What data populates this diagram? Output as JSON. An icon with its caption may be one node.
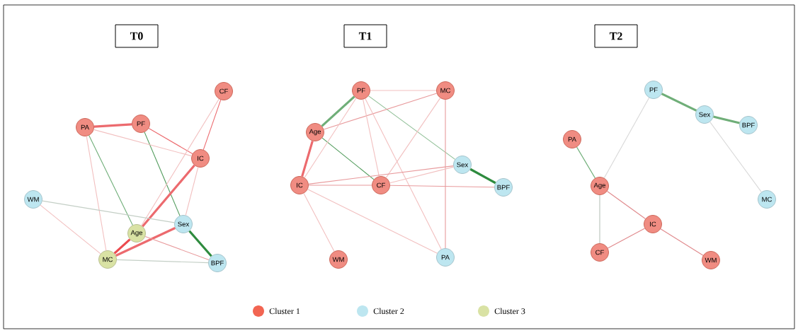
{
  "diagram": {
    "nodes": [
      {
        "text": [
          "T0"
        ]
      },
      {
        "text": [
          "T1"
        ]
      },
      {
        "text": [
          "T2"
        ]
      },
      {
        "text": [
          "CF"
        ]
      },
      {
        "text": [
          "PA"
        ]
      },
      {
        "text": [
          "PF"
        ]
      },
      {
        "text": [
          "IC"
        ]
      },
      {
        "text": [
          "WM"
        ]
      },
      {
        "text": [
          "Sex"
        ]
      },
      {
        "text": [
          "Age"
        ]
      },
      {
        "text": [
          "MC"
        ]
      },
      {
        "text": [
          "BPF"
        ]
      },
      {
        "text": [
          "PF"
        ]
      },
      {
        "text": [
          "MC"
        ]
      },
      {
        "text": [
          "Age"
        ]
      },
      {
        "text": [
          "Sex"
        ]
      },
      {
        "text": [
          "IC"
        ]
      },
      {
        "text": [
          "CF"
        ]
      },
      {
        "text": [
          "BPF"
        ]
      },
      {
        "text": [
          "PA"
        ]
      },
      {
        "text": [
          "WM"
        ]
      },
      {
        "text": [
          "PF"
        ]
      },
      {
        "text": [
          "Sex"
        ]
      },
      {
        "text": [
          "BPF"
        ]
      },
      {
        "text": [
          "PA"
        ]
      },
      {
        "text": [
          "Age"
        ]
      },
      {
        "text": [
          "MC"
        ]
      },
      {
        "text": [
          "IC"
        ]
      },
      {
        "text": [
          "CF"
        ]
      },
      {
        "text": [
          "WM"
        ]
      }
    ],
    "edges": [
      {
        "from": 4,
        "to": 5,
        "arrow": "none",
        "style": "thick",
        "color": "#ec6a6e"
      },
      {
        "from": 5,
        "to": 6,
        "arrow": "none",
        "color": "#ec6a6e"
      },
      {
        "from": 3,
        "to": 6,
        "arrow": "none",
        "color": "#ec6a6e"
      },
      {
        "from": 5,
        "to": 8,
        "arrow": "none",
        "color": "#4f9a5a"
      },
      {
        "from": 8,
        "to": 11,
        "arrow": "none",
        "style": "thick",
        "color": "#2e8b3e"
      },
      {
        "from": 4,
        "to": 9,
        "arrow": "none",
        "color": "#6fae78"
      },
      {
        "from": 4,
        "to": 6,
        "arrow": "none",
        "color": "#f2c0c0"
      },
      {
        "from": 4,
        "to": 10,
        "arrow": "none",
        "color": "#f2c0c0"
      },
      {
        "from": 3,
        "to": 9,
        "arrow": "none",
        "color": "#f2c0c0"
      },
      {
        "from": 6,
        "to": 9,
        "arrow": "none",
        "style": "thick",
        "color": "#ec6a6e"
      },
      {
        "from": 9,
        "to": 10,
        "arrow": "none",
        "style": "thick",
        "color": "#ec4a4e"
      },
      {
        "from": 8,
        "to": 10,
        "arrow": "none",
        "style": "thick",
        "color": "#ec6a6e"
      },
      {
        "from": 7,
        "to": 8,
        "arrow": "none",
        "color": "#c4cfc6"
      },
      {
        "from": 7,
        "to": 10,
        "arrow": "none",
        "color": "#f2c0c0"
      },
      {
        "from": 6,
        "to": 8,
        "arrow": "none",
        "color": "#f2c0c0"
      },
      {
        "from": 9,
        "to": 11,
        "arrow": "none",
        "color": "#e89a9c"
      },
      {
        "from": 10,
        "to": 11,
        "arrow": "none",
        "color": "#c4cfc6"
      },
      {
        "from": 12,
        "to": 14,
        "arrow": "none",
        "style": "thick",
        "color": "#6fae78"
      },
      {
        "from": 14,
        "to": 17,
        "arrow": "none",
        "color": "#4f9a5a"
      },
      {
        "from": 14,
        "to": 16,
        "arrow": "none",
        "style": "thick",
        "color": "#ec6a6e"
      },
      {
        "from": 12,
        "to": 15,
        "arrow": "none",
        "color": "#8fbf96"
      },
      {
        "from": 15,
        "to": 18,
        "arrow": "none",
        "style": "thick",
        "color": "#2e8b3e"
      },
      {
        "from": 12,
        "to": 13,
        "arrow": "none",
        "color": "#f2c0c0"
      },
      {
        "from": 14,
        "to": 13,
        "arrow": "none",
        "color": "#e89a9c"
      },
      {
        "from": 12,
        "to": 16,
        "arrow": "none",
        "color": "#f2c0c0"
      },
      {
        "from": 12,
        "to": 17,
        "arrow": "none",
        "color": "#f2c0c0"
      },
      {
        "from": 12,
        "to": 19,
        "arrow": "none",
        "color": "#f2c0c0"
      },
      {
        "from": 13,
        "to": 17,
        "arrow": "none",
        "color": "#f2c0c0"
      },
      {
        "from": 13,
        "to": 19,
        "arrow": "none",
        "color": "#e89a9c"
      },
      {
        "from": 16,
        "to": 17,
        "arrow": "none",
        "color": "#e89a9c"
      },
      {
        "from": 17,
        "to": 18,
        "arrow": "none",
        "color": "#e89a9c"
      },
      {
        "from": 16,
        "to": 15,
        "arrow": "none",
        "color": "#e89a9c"
      },
      {
        "from": 17,
        "to": 15,
        "arrow": "none",
        "color": "#f2c0c0"
      },
      {
        "from": 16,
        "to": 20,
        "arrow": "none",
        "color": "#f2c0c0"
      },
      {
        "from": 16,
        "to": 19,
        "arrow": "none",
        "color": "#f2c0c0"
      },
      {
        "from": 21,
        "to": 22,
        "arrow": "none",
        "style": "thick",
        "color": "#6fae78"
      },
      {
        "from": 22,
        "to": 23,
        "arrow": "none",
        "style": "thick",
        "color": "#6fae78"
      },
      {
        "from": 22,
        "to": 26,
        "arrow": "none",
        "color": "#d8d8d8"
      },
      {
        "from": 21,
        "to": 25,
        "arrow": "none",
        "color": "#d8d8d8"
      },
      {
        "from": 24,
        "to": 25,
        "arrow": "none",
        "color": "#6fae78"
      },
      {
        "from": 25,
        "to": 27,
        "arrow": "none",
        "color": "#e0898c"
      },
      {
        "from": 25,
        "to": 28,
        "arrow": "none",
        "color": "#b8c4ba"
      },
      {
        "from": 28,
        "to": 27,
        "arrow": "none",
        "color": "#e0898c"
      },
      {
        "from": 27,
        "to": 29,
        "arrow": "none",
        "color": "#e0898c"
      }
    ],
    "legend": [
      {
        "text": "Cluster 1",
        "color": "#f26552"
      },
      {
        "text": "Cluster 2",
        "color": "#bde6f0"
      },
      {
        "text": "Cluster 3",
        "color": "#d9e2a4"
      }
    ]
  }
}
